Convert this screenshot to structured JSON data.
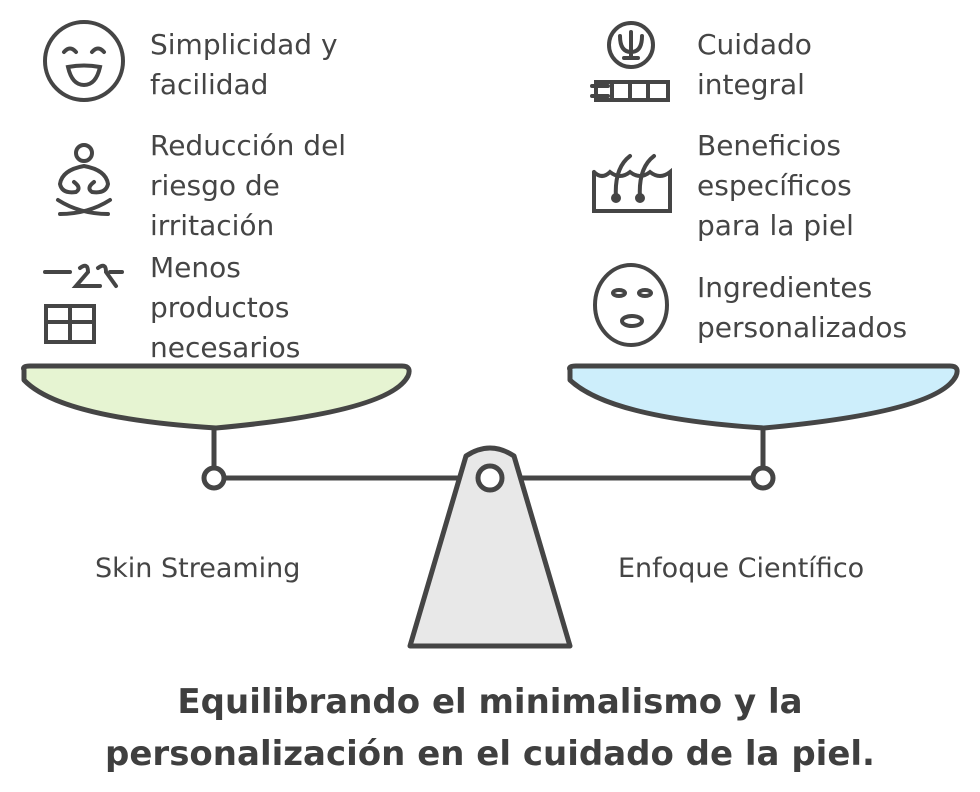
{
  "left": {
    "label": "Skin Streaming",
    "color": "#e6f4d2",
    "items": [
      {
        "text": "Simplicidad y\nfacilidad",
        "icon": "laughing-face-icon"
      },
      {
        "text": "Reducción del\nriesgo de\nirritación",
        "icon": "meditation-person-icon"
      },
      {
        "text": "Menos\nproductos\nnecesarios",
        "icon": "wardrobe-hangers-icon"
      }
    ]
  },
  "right": {
    "label": "Enfoque Científico",
    "color": "#cdeefb",
    "items": [
      {
        "text": "Cuidado\nintegral",
        "icon": "psi-symbol-icon"
      },
      {
        "text": "Beneficios\nespecíficos\npara la piel",
        "icon": "skin-layers-icon"
      },
      {
        "text": "Ingredientes\npersonalizados",
        "icon": "face-mask-icon"
      }
    ]
  },
  "title": "Equilibrando el minimalismo y la\npersonalización en el cuidado de la piel."
}
